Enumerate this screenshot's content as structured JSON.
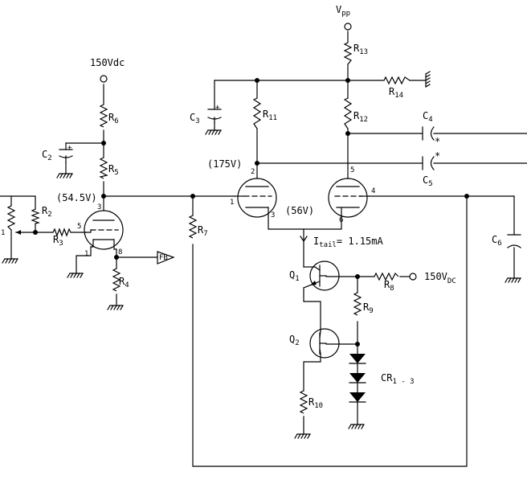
{
  "supplies": {
    "vpp_base": "V",
    "vpp_sub": "pp",
    "v150": "150Vdc",
    "v150_2_base": "150V",
    "v150_2_sub": "DC"
  },
  "voltages": {
    "v1": "(54.5V)",
    "v2": "(175V)",
    "v3": "(56V)"
  },
  "tail": {
    "base": "I",
    "sub": "tail",
    "value": "= 1.15mA"
  },
  "feedback_label": "FB",
  "resistors": [
    {
      "base": "R",
      "sub": "2"
    },
    {
      "base": "R",
      "sub": "3"
    },
    {
      "base": "R",
      "sub": "4"
    },
    {
      "base": "R",
      "sub": "5"
    },
    {
      "base": "R",
      "sub": "6"
    },
    {
      "base": "R",
      "sub": "7"
    },
    {
      "base": "R",
      "sub": "8"
    },
    {
      "base": "R",
      "sub": "9"
    },
    {
      "base": "R",
      "sub": "10"
    },
    {
      "base": "R",
      "sub": "11"
    },
    {
      "base": "R",
      "sub": "12"
    },
    {
      "base": "R",
      "sub": "13"
    },
    {
      "base": "R",
      "sub": "14"
    }
  ],
  "capacitors": [
    {
      "base": "C",
      "sub": "2"
    },
    {
      "base": "C",
      "sub": "3"
    },
    {
      "base": "C",
      "sub": "4"
    },
    {
      "base": "C",
      "sub": "5"
    },
    {
      "base": "C",
      "sub": "6"
    }
  ],
  "transistors": [
    {
      "base": "Q",
      "sub": "1"
    },
    {
      "base": "Q",
      "sub": "2"
    }
  ],
  "diodes": {
    "base": "CR",
    "sub": "1 - 3"
  },
  "pins": {
    "v1_grid": "5",
    "v1_plate": "3",
    "v1_heater": "1",
    "v1_cathode": "8",
    "v2_grid": "1",
    "v2_plate": "2",
    "v2_cathode": "3",
    "v3_plate": "5",
    "v3_grid": "4",
    "v3_cathode": "6",
    "pot": "1"
  },
  "markers": {
    "plus": "+",
    "star": "*"
  }
}
